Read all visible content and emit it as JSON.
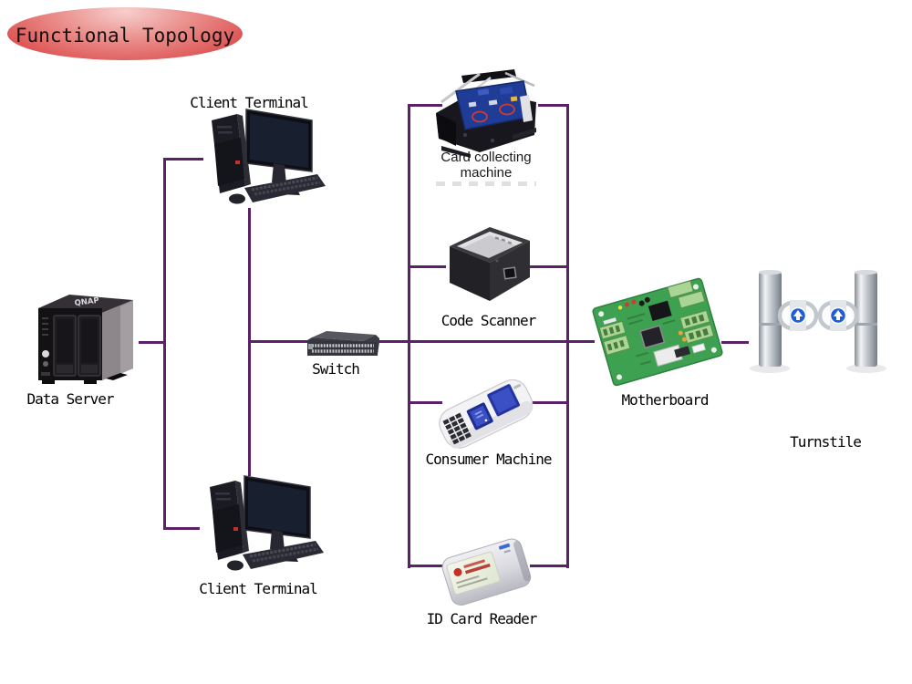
{
  "title": "Functional Topology",
  "colors": {
    "connector_line": "#5B2166",
    "title_ellipse_top": "#F6CFCD",
    "title_ellipse_bottom": "#DA4A4A",
    "label_text": "#000000",
    "motherboard_pcb": "#3EA051",
    "turnstile_badge_blue": "#1F5FD6"
  },
  "nodes": {
    "client_terminal_top": {
      "label": "Client Terminal"
    },
    "data_server": {
      "label": "Data Server"
    },
    "client_terminal_bottom": {
      "label": "Client Terminal"
    },
    "switch": {
      "label": "Switch"
    },
    "card_collecting_machine": {
      "label_line1": "Card collecting",
      "label_line2": "machine"
    },
    "code_scanner": {
      "label": "Code Scanner"
    },
    "consumer_machine": {
      "label": "Consumer Machine"
    },
    "id_card_reader": {
      "label": "ID Card Reader"
    },
    "motherboard": {
      "label": "Motherboard"
    },
    "turnstile": {
      "label": "Turnstile"
    }
  }
}
